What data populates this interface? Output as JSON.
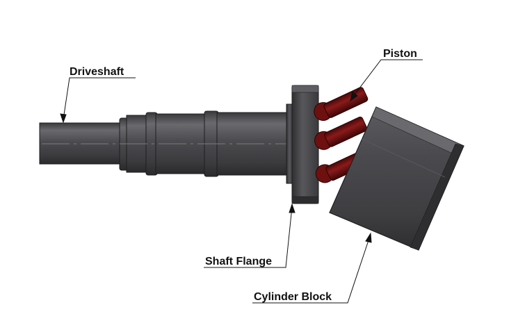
{
  "diagram": {
    "labels": {
      "driveshaft": "Driveshaft",
      "piston": "Piston",
      "shaft_flange": "Shaft Flange",
      "cylinder_block": "Cylinder Block"
    },
    "colors": {
      "steel": "#4a4a4d",
      "steel_dark": "#2c2c2e",
      "piston_red": "#7a1212",
      "leader": "#111111"
    }
  }
}
